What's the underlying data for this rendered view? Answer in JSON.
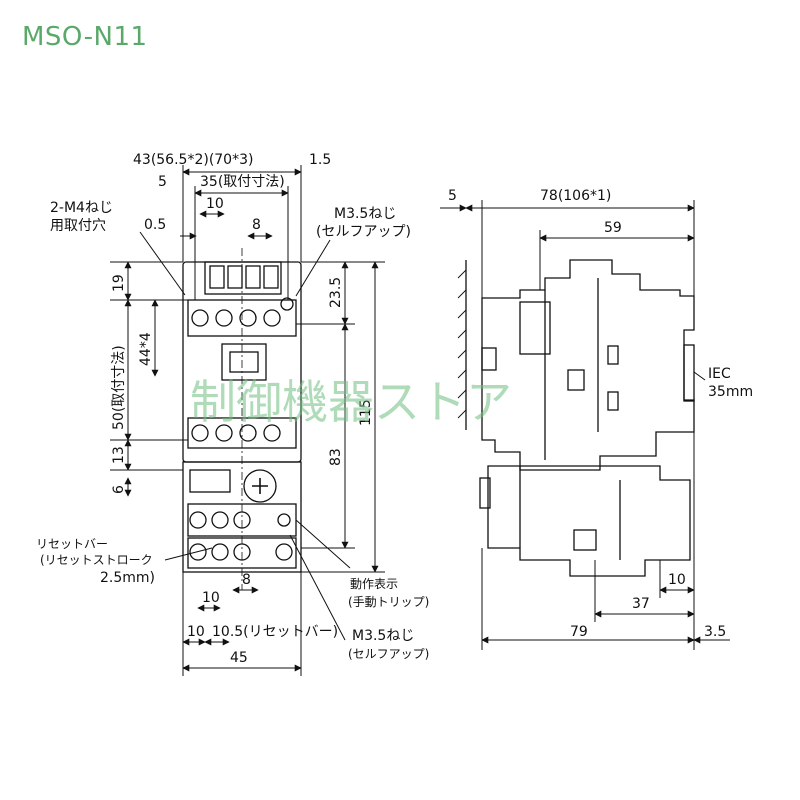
{
  "title": "MSO-N11",
  "watermark": "制御機器ストア",
  "colors": {
    "title": "#5aa86a",
    "watermark": "#6fbf7f",
    "line": "#111111"
  },
  "front_view": {
    "dims": {
      "overall_width": "43(56.5*2)(70*3)",
      "offset_right": "1.5",
      "left_margin": "5",
      "mount_pitch": "35(取付寸法)",
      "pitch_10": "10",
      "pitch_8": "8",
      "offset_05": "0.5",
      "height_19": "19",
      "height_44": "44*4",
      "mount_height": "50(取付寸法)",
      "height_13": "13",
      "height_6": "6",
      "height_235": "23.5",
      "height_83": "83",
      "height_115": "115",
      "bottom_8": "8",
      "bottom_10": "10",
      "bottom_10b": "10",
      "reset_bar_105": "10.5(リセットバー)",
      "width_45": "45"
    },
    "callouts": {
      "mount_hole_line1": "2-M4ねじ",
      "mount_hole_line2": "用取付穴",
      "top_screw_line1": "M3.5ねじ",
      "top_screw_line2": "(セルフアップ)",
      "reset_bar_line1": "リセットバー",
      "reset_bar_line2": "(リセットストローク",
      "reset_bar_line3": "2.5mm)",
      "trip_line1": "動作表示",
      "trip_line2": "(手動トリップ)",
      "bottom_screw_line1": "M3.5ねじ",
      "bottom_screw_line2": "(セルフアップ)"
    }
  },
  "side_view": {
    "dims": {
      "left_5": "5",
      "depth_78": "78(106*1)",
      "depth_59": "59",
      "rail_label_line1": "IEC",
      "rail_label_line2": "35mm",
      "depth_10": "10",
      "depth_37": "37",
      "depth_79": "79",
      "right_35": "3.5"
    }
  }
}
